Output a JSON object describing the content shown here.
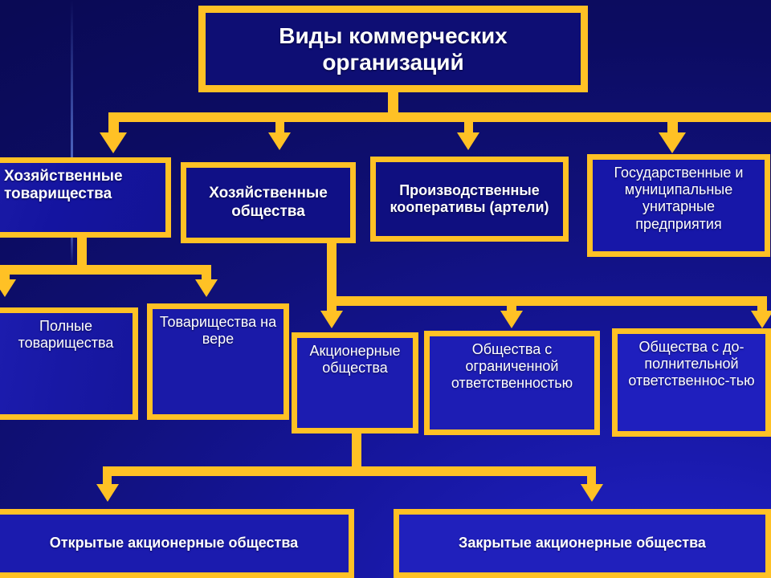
{
  "diagram": {
    "title_box": {
      "label": "Виды коммерческих организаций"
    },
    "level2": [
      {
        "id": "partnerships",
        "label": "Хозяйственные товарищества"
      },
      {
        "id": "societies",
        "label": "Хозяйственные общества"
      },
      {
        "id": "coops",
        "label": "Производственные кооперативы (артели)"
      },
      {
        "id": "unitary",
        "label": "Государственные и муниципальные унитарные предприятия"
      }
    ],
    "level3": [
      {
        "id": "full",
        "label": "Полные товарищества"
      },
      {
        "id": "faith",
        "label": "Товарищества на вере"
      },
      {
        "id": "joint",
        "label": "Акционерные общества"
      },
      {
        "id": "limited",
        "label": "Общества с ограниченной ответственностью"
      },
      {
        "id": "additional",
        "label": "Общества с до-полнительной ответственнос-тью"
      }
    ],
    "level4": [
      {
        "id": "open",
        "label": "Открытые акционерные общества"
      },
      {
        "id": "closed",
        "label": "Закрытые акционерные общества"
      }
    ],
    "colors": {
      "accent": "#ffc125",
      "box_fill": "#151590",
      "background_dark": "#0a0a55",
      "background_light": "#2222c8",
      "text": "#ffffff"
    }
  }
}
